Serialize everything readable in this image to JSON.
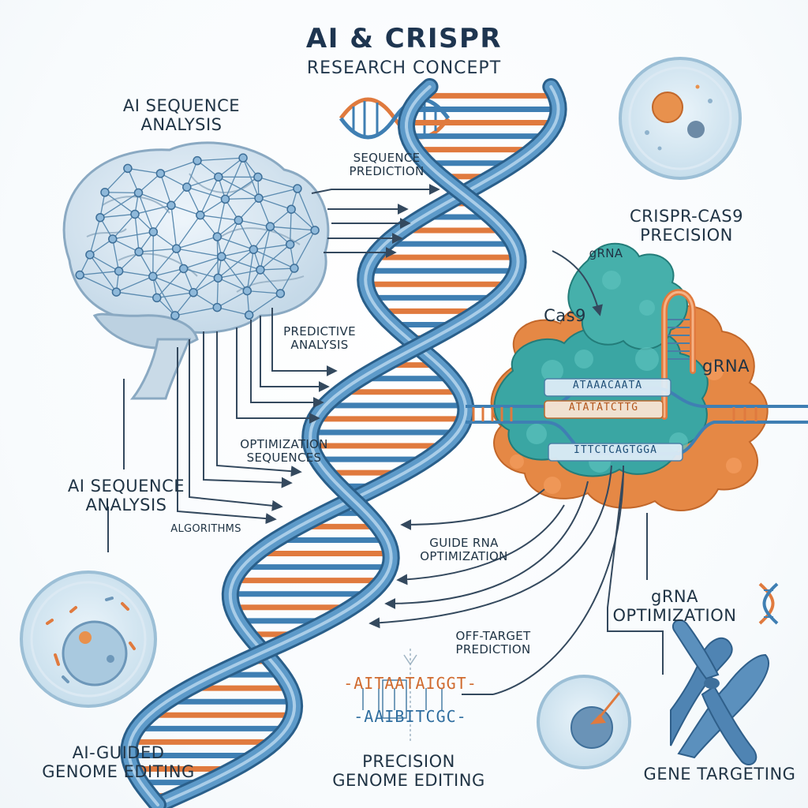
{
  "title": "AI & CRISPR",
  "subtitle": "RESEARCH CONCEPT",
  "labels": {
    "ai_sequence_analysis_top": "AI SEQUENCE\nANALYSIS",
    "ai_sequence_analysis_left": "AI SEQUENCE\nANALYSIS",
    "sequence_prediction": "SEQUENCE\nPREDICTION",
    "predictive_analysis": "PREDICTIVE\nANALYSIS",
    "optimization_sequences": "OPTIMIZATION\nSEQUENCES",
    "algorithms": "ALGORITHMS",
    "crispr_cas9_precision": "CRISPR-CAS9\nPRECISION",
    "grna_top": "gRNA",
    "cas9": "Cas9",
    "grna_right": "gRNA",
    "guide_rna_optimization": "GUIDE RNA\nOPTIMIZATION",
    "grna_optimization": "gRNA\nOPTIMIZATION",
    "off_target_prediction": "OFF-TARGET\nPREDICTION",
    "ai_guided_genome_editing": "AI-GUIDED\nGENOME EDITING",
    "precision_genome_editing": "PRECISION\nGENOME EDITING",
    "gene_targeting": "GENE TARGETING"
  },
  "sequences": {
    "complex_top": "ATAAACAATA",
    "complex_mid": "ATATATCTTG",
    "complex_bottom": "ITTCTCAGTGGA",
    "bottom_top": "-AITAATAIGGT-",
    "bottom_bottom": "-AAIBITCGC-"
  },
  "colors": {
    "dna_blue": "#3f7fb3",
    "dna_orange": "#e07a3e",
    "protein_teal": "#3aa6a3",
    "protein_orange": "#e58845",
    "arrow": "#34495e"
  }
}
